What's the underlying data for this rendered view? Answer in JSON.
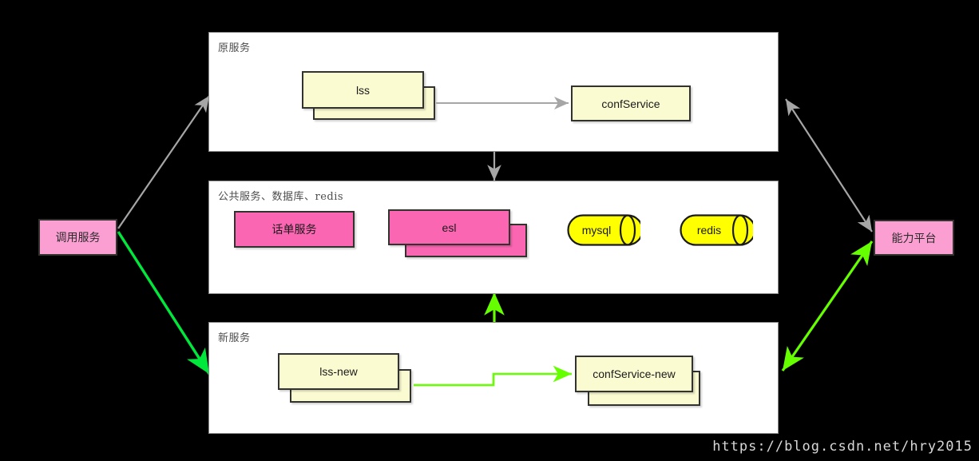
{
  "diagram": {
    "title_watermark": "https://blog.csdn.net/hry2015",
    "colors": {
      "background": "#000000",
      "panel_fill": "#ffffff",
      "panel_border": "#8a8a8a",
      "yellow_node": "#fbfbd2",
      "pink_node": "#fb66b2",
      "pink_actor": "#fb9fd2",
      "cylinder": "#ffff00",
      "node_border": "#32322e",
      "gray_arrow": "#a6a6a6",
      "green_arrow": "#66ff00",
      "bright_green_arrow": "#00e83c",
      "watermark_text": "#d8d8d8"
    },
    "actors": [
      {
        "id": "caller",
        "label": "调用服务"
      },
      {
        "id": "platform",
        "label": "能力平台"
      }
    ],
    "panels": [
      {
        "id": "old-service",
        "label": "原服务",
        "nodes": [
          {
            "id": "lss",
            "label": "lss",
            "shape": "stacked-rect",
            "color": "yellow"
          },
          {
            "id": "confService",
            "label": "confService",
            "shape": "rect",
            "color": "yellow"
          }
        ]
      },
      {
        "id": "common-service",
        "label": "公共服务、数据库、redis",
        "nodes": [
          {
            "id": "bill-service",
            "label": "话单服务",
            "shape": "rect",
            "color": "pink"
          },
          {
            "id": "esl",
            "label": "esl",
            "shape": "stacked-rect",
            "color": "pink"
          },
          {
            "id": "mysql",
            "label": "mysql",
            "shape": "cylinder",
            "color": "yellow"
          },
          {
            "id": "redis",
            "label": "redis",
            "shape": "cylinder",
            "color": "yellow"
          }
        ]
      },
      {
        "id": "new-service",
        "label": "新服务",
        "nodes": [
          {
            "id": "lss-new",
            "label": "lss-new",
            "shape": "stacked-rect",
            "color": "yellow"
          },
          {
            "id": "confService-new",
            "label": "confService-new",
            "shape": "stacked-rect",
            "color": "yellow"
          }
        ]
      }
    ],
    "edges": [
      {
        "id": "caller-to-old",
        "from": "caller",
        "to": "old-service",
        "color": "gray",
        "direction": "one-way"
      },
      {
        "id": "caller-to-new",
        "from": "caller",
        "to": "new-service",
        "color": "bright-green",
        "direction": "one-way"
      },
      {
        "id": "old-to-platform",
        "from": "old-service",
        "to": "platform",
        "color": "gray",
        "direction": "two-way"
      },
      {
        "id": "new-to-platform",
        "from": "new-service",
        "to": "platform",
        "color": "green",
        "direction": "two-way"
      },
      {
        "id": "old-to-common",
        "from": "old-service",
        "to": "common-service",
        "color": "gray",
        "direction": "one-way"
      },
      {
        "id": "new-to-common",
        "from": "new-service",
        "to": "common-service",
        "color": "green",
        "direction": "one-way"
      },
      {
        "id": "lss-to-confservice",
        "from": "lss",
        "to": "confService",
        "color": "gray",
        "direction": "one-way"
      },
      {
        "id": "lssnew-to-confservicenew",
        "from": "lss-new",
        "to": "confService-new",
        "color": "green",
        "direction": "one-way"
      }
    ]
  }
}
